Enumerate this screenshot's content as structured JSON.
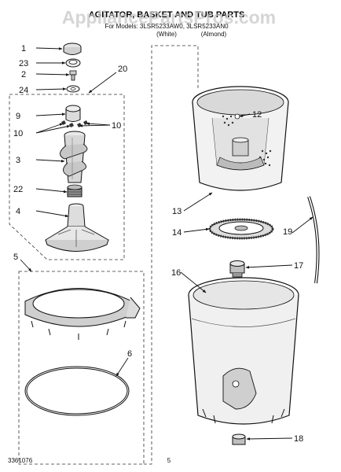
{
  "header": {
    "title": "AGITATOR, BASKET AND TUB PARTS",
    "models": "For Models: 3LSR5233AW0, 3LSR5233AN0",
    "variant_white": "(White)",
    "variant_almond": "(Almond)"
  },
  "watermark": "AppliancePartsPros.com",
  "callouts": {
    "c1": "1",
    "c2": "2",
    "c3": "3",
    "c4": "4",
    "c5": "5",
    "c6": "6",
    "c9": "9",
    "c10a": "10",
    "c10b": "10",
    "c12": "12",
    "c13": "13",
    "c14": "14",
    "c16": "16",
    "c17": "17",
    "c18": "18",
    "c19": "19",
    "c20": "20",
    "c22": "22",
    "c23": "23",
    "c24": "24"
  },
  "footer": {
    "doc_number": "3361076",
    "page_number": "5"
  }
}
